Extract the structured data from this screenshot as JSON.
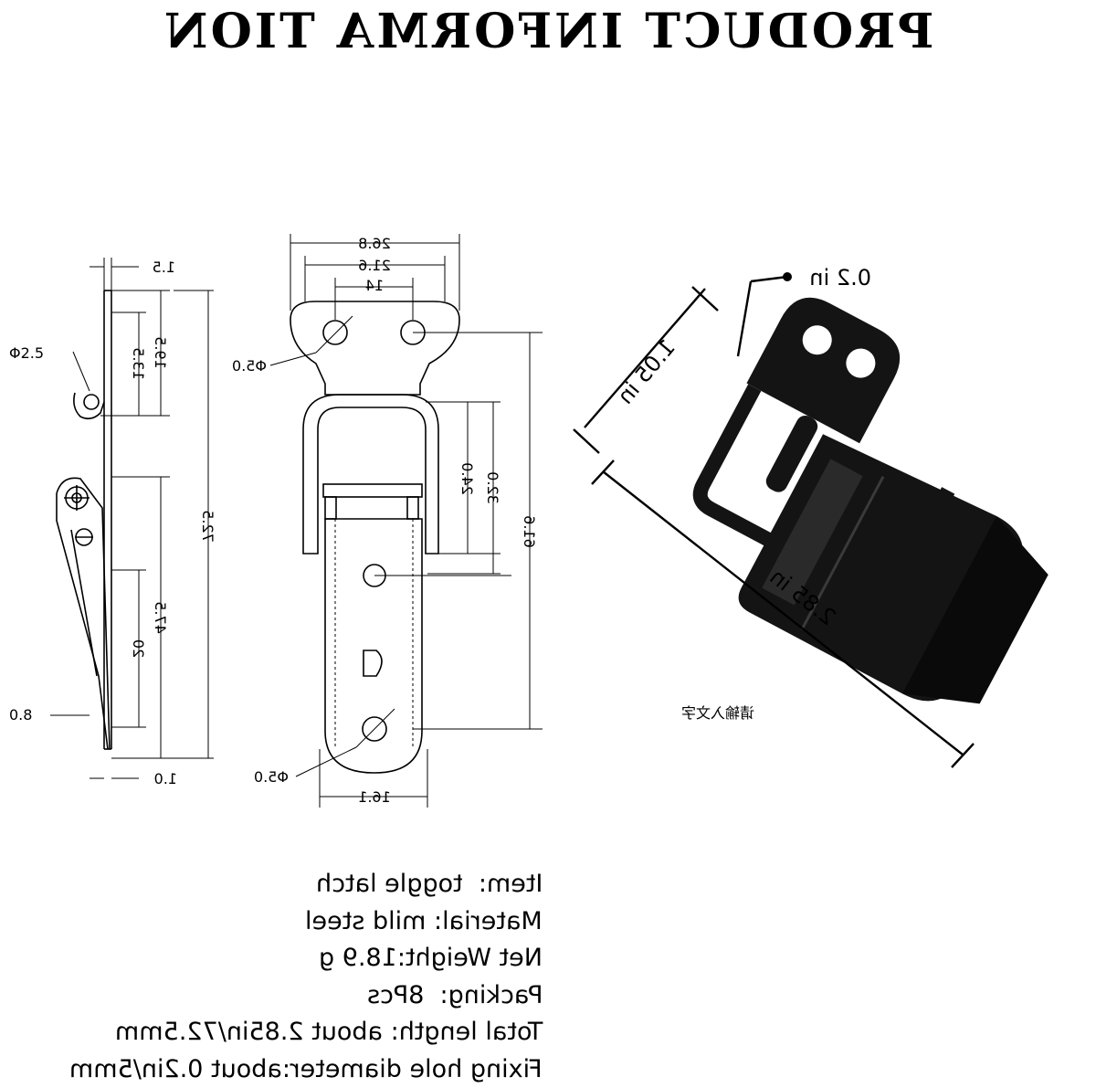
{
  "title": "PRODUCT INFORMA TION",
  "drawing": {
    "side_view": {
      "dim_top": "1.5",
      "dim_hook_hole": "Φ2.5",
      "dim_hook_height": "19.5",
      "dim_hook_inner": "13.5",
      "dim_total_height": "72.5",
      "dim_lower": "47.5",
      "dim_lower_inner": "20",
      "dim_thickness": "0.8",
      "dim_bottom": "1.0"
    },
    "front_view": {
      "dim_width_outer": "26.8",
      "dim_width_mid": "21.6",
      "dim_width_inner": "14",
      "dim_hole_top": "Φ5.0",
      "dim_hole_bottom": "Φ5.0",
      "dim_loop_inner": "24.0",
      "dim_loop_outer": "32.0",
      "dim_hole_spacing": "61.6",
      "dim_bottom_width": "16.1"
    }
  },
  "photo_labels": {
    "hole": "0.2 in",
    "width": "1.05 in",
    "length": "2.85 in",
    "placeholder": "请输入文字"
  },
  "specs": [
    "Item:  toggle latch",
    "Material: mild steel",
    "Net Weight:18.9 g",
    "Packing:  8Pcs",
    "Total length: about 2.85in/72.5mm",
    "Fixing hole diameter:about 0.2in/5mm"
  ],
  "colors": {
    "ink": "#000000",
    "background": "#ffffff",
    "metal": "#141414"
  }
}
